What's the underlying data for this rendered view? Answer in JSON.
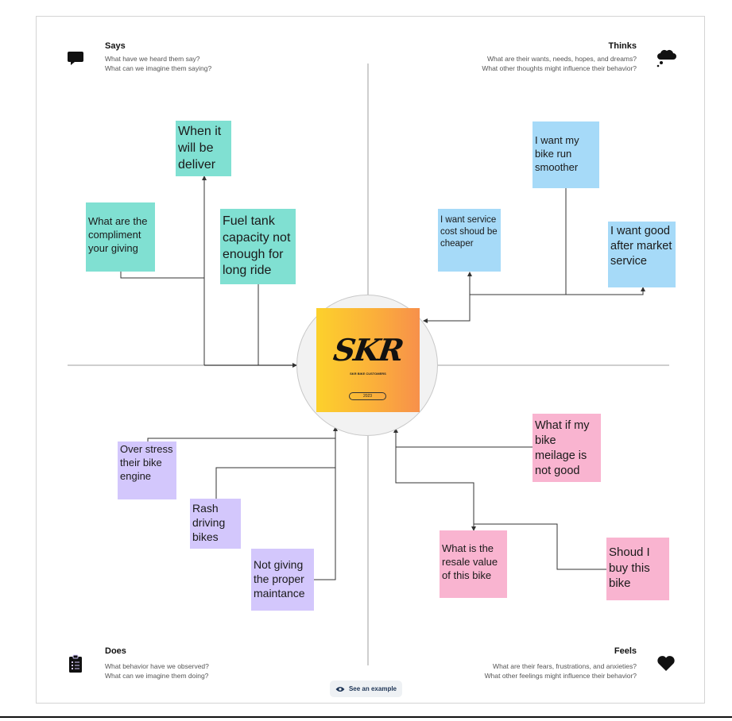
{
  "quadrants": {
    "says": {
      "title": "Says",
      "prompts": [
        "What have we heard them say?",
        "What can we imagine them saying?"
      ],
      "icon": "speech-bubble-icon",
      "color": "#80e0d2"
    },
    "thinks": {
      "title": "Thinks",
      "prompts": [
        "What are their wants, needs, hopes, and dreams?",
        "What other thoughts might influence their behavior?"
      ],
      "icon": "thought-cloud-icon",
      "color": "#a6daf8"
    },
    "does": {
      "title": "Does",
      "prompts": [
        "What behavior have we observed?",
        "What can we imagine them doing?"
      ],
      "icon": "clipboard-icon",
      "color": "#d3c7fc"
    },
    "feels": {
      "title": "Feels",
      "prompts": [
        "What are their fears, frustrations, and anxieties?",
        "What other feelings might influence their behavior?"
      ],
      "icon": "heart-icon",
      "color": "#f9b4d0"
    }
  },
  "center": {
    "logo_text": "SKR",
    "tagline": "SKR BIKE CUSTOMERS",
    "year": "2023"
  },
  "stickies": {
    "says": [
      "When it will be deliver",
      "What are the compliment your giving",
      "Fuel tank capacity not enough for long ride"
    ],
    "thinks": [
      "I want my bike run smoother",
      "I want service cost shoud be cheaper",
      "I want good after market service"
    ],
    "does": [
      "Over stress their bike engine",
      "Rash driving bikes",
      "Not giving the proper maintance"
    ],
    "feels": [
      "What if my bike meilage is not good",
      "What is the resale value of this bike",
      "Shoud I buy this bike"
    ]
  },
  "example_button": {
    "label": "See an example",
    "icon": "eye-icon"
  }
}
